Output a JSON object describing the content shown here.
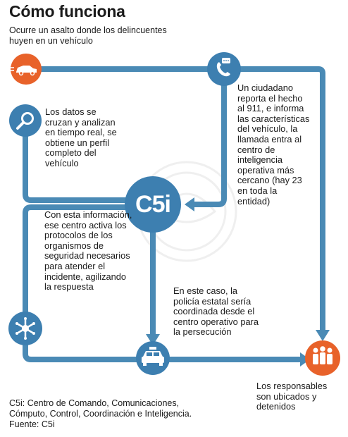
{
  "title": "Cómo funciona",
  "subtitle": "Ocurre un asalto donde los delincuentes huyen en un vehículo",
  "steps": {
    "call": "Un ciudadano reporta el hecho al 911, e informa las características del vehículo, la llamada entra al centro de inteligencia operativa más cercano (hay 23 en toda la entidad)",
    "data": "Los datos se cruzan y analizan en tiempo real, se obtiene un perfil completo del vehículo",
    "protocols": "Con esta información, ese centro activa los protocolos de los organismos de seguridad necesarios para atender el incidente, agilizando la respuesta",
    "police": "En este caso, la policía estatal sería coordinada desde el centro operativo para la persecución",
    "outcome": "Los responsables son ubicados y detenidos"
  },
  "center_label": "C5i",
  "footer": {
    "definition_line1": "C5i: Centro de Comando, Comunicaciones,",
    "definition_line2": "Cómputo, Control, Coordinación e Inteligencia.",
    "source": "Fuente: C5i"
  },
  "icons": {
    "start": "car-icon",
    "call": "phone-icon",
    "data": "magnifier-icon",
    "agency": "sheriff-star-icon",
    "police": "police-car-icon",
    "outcome": "people-icon"
  },
  "colors": {
    "flow": "#4a8ab5",
    "node": "#3d7fb0",
    "accent": "#e8622a",
    "text": "#1a1a1a"
  }
}
